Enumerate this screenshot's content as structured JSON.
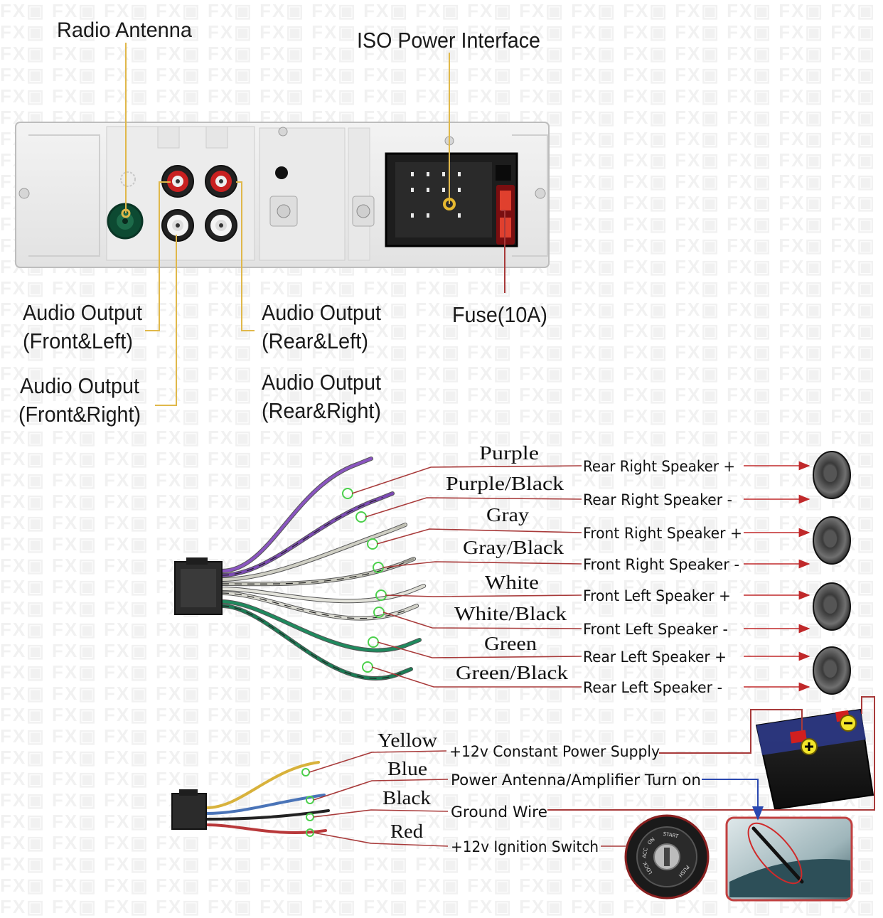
{
  "watermark": "FX",
  "top_labels": {
    "radio_antenna": "Radio Antenna",
    "iso_power": "ISO Power Interface",
    "fuse": "Fuse(10A)",
    "front_left": [
      "Audio Output",
      "(Front&Left)"
    ],
    "front_right": [
      "Audio Output",
      "(Front&Right)"
    ],
    "rear_left": [
      "Audio Output",
      "(Rear&Left)"
    ],
    "rear_right": [
      "Audio Output",
      "(Rear&Right)"
    ]
  },
  "speaker_wires": [
    {
      "color_name": "Purple",
      "dest": "Rear Right Speaker +",
      "wire_hex": "#8a55c0",
      "tip_hex": "#8a55c0"
    },
    {
      "color_name": "Purple/Black",
      "dest": "Rear Right Speaker -",
      "wire_hex": "#7c4ab4",
      "tip_hex": "#7c4ab4"
    },
    {
      "color_name": "Gray",
      "dest": "Front Right Speaker +",
      "wire_hex": "#cfcfc4",
      "tip_hex": "#bdbdb0"
    },
    {
      "color_name": "Gray/Black",
      "dest": "Front Right Speaker -",
      "wire_hex": "#c6c6bb",
      "tip_hex": "#9a9a90"
    },
    {
      "color_name": "White",
      "dest": "Front Left Speaker +",
      "wire_hex": "#e4e4dc",
      "tip_hex": "#d9d9d0"
    },
    {
      "color_name": "White/Black",
      "dest": "Front Left Speaker -",
      "wire_hex": "#dcdcd3",
      "tip_hex": "#cfcfc6"
    },
    {
      "color_name": "Green",
      "dest": "Rear Left Speaker +",
      "wire_hex": "#1f8a5e",
      "tip_hex": "#1f8a5e"
    },
    {
      "color_name": "Green/Black",
      "dest": "Rear Left Speaker -",
      "wire_hex": "#1a7d55",
      "tip_hex": "#1a7d55"
    }
  ],
  "power_wires": [
    {
      "color_name": "Yellow",
      "dest": "+12v Constant Power Supply",
      "wire_hex": "#d8b23c"
    },
    {
      "color_name": "Blue",
      "dest": "Power Antenna/Amplifier Turn on",
      "wire_hex": "#4a74b8"
    },
    {
      "color_name": "Black",
      "dest": "Ground Wire",
      "wire_hex": "#222222"
    },
    {
      "color_name": "Red",
      "dest": "+12v Ignition Switch",
      "wire_hex": "#b8383a"
    }
  ],
  "ignition_switch_marks": [
    "LOCK",
    "ACC",
    "ON",
    "START",
    "PUSH"
  ],
  "colors": {
    "leader_gold": "#e0b84a",
    "leader_red": "#a83a3a",
    "arrow_red": "#c0282a",
    "arrow_blue": "#2a48b0",
    "marker_green": "#4cd04c"
  }
}
